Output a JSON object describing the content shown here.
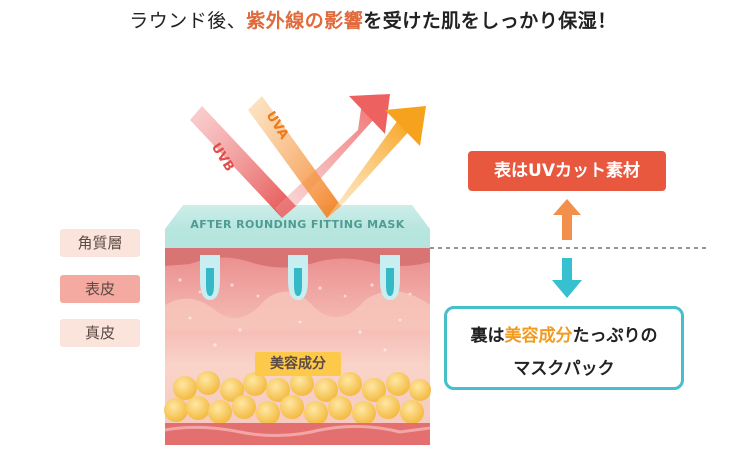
{
  "headline": {
    "prefix": "ラウンド後、",
    "highlight": "紫外線の影響",
    "bold_suffix": "を受けた肌をしっかり保湿！"
  },
  "rays": {
    "uvb": "UVB",
    "uva": "UVA"
  },
  "mask_label": "AFTER ROUNDING FITTING MASK",
  "skin_layers": [
    "角質層",
    "表皮",
    "真皮"
  ],
  "ingredient_label": "美容成分",
  "front_box": "表はUVカット素材",
  "back_box": {
    "prefix": "裏は",
    "highlight": "美容成分",
    "suffix": "たっぷりの",
    "line2": "マスクパック"
  },
  "colors": {
    "accent_orange": "#e06a3b",
    "uvcut_red": "#e8583f",
    "teal": "#45bfc9",
    "ingredient_yellow": "#fdc94a"
  }
}
